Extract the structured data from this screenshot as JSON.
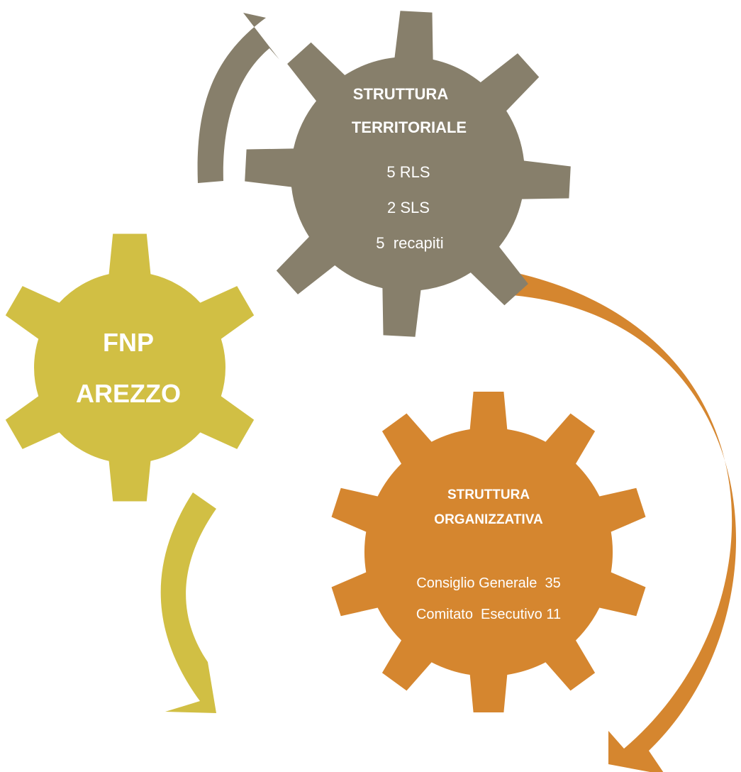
{
  "colors": {
    "gray_gear": "#877f6b",
    "olive_gear": "#d1bf44",
    "orange_gear": "#d5862f",
    "text": "#ffffff",
    "background": "#ffffff"
  },
  "gears": {
    "territoriale": {
      "title_line1": "STRUTTURA",
      "title_line2": "TERRITORIALE",
      "items": [
        "5 RLS",
        "2 SLS",
        "5  recapiti"
      ]
    },
    "fnp": {
      "title_line1": "FNP",
      "title_line2": "AREZZO"
    },
    "organizzativa": {
      "title_line1": "STRUTTURA",
      "title_line2": "ORGANIZZATIVA",
      "items": [
        "Consiglio Generale  35",
        "Comitato  Esecutivo 11"
      ]
    }
  }
}
